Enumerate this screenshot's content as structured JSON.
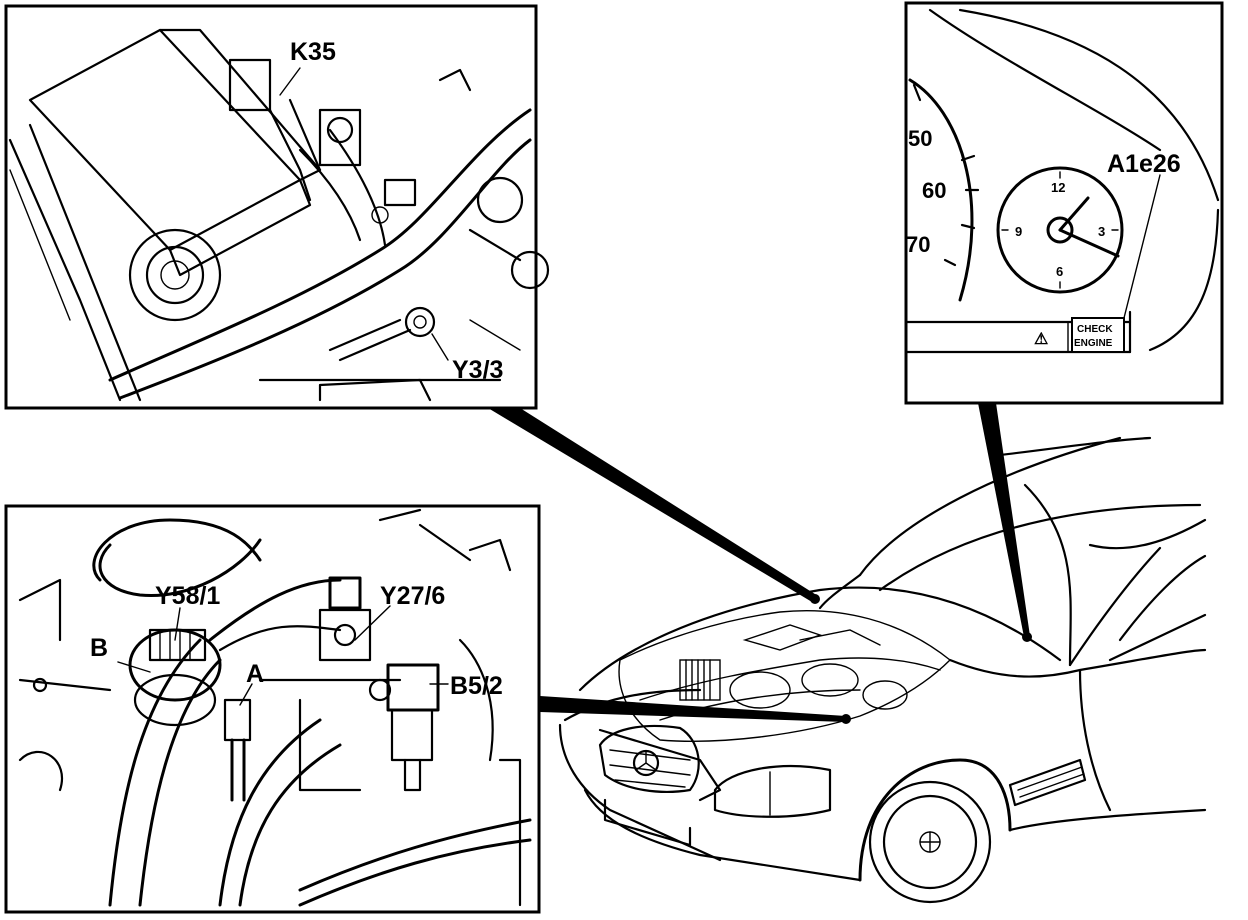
{
  "labels": {
    "k35": "K35",
    "y3_3": "Y3/3",
    "a1e26": "A1e26",
    "y58_1": "Y58/1",
    "y27_6": "Y27/6",
    "b": "B",
    "a": "A",
    "b5_2": "B5/2"
  },
  "gauge": {
    "speed_50": "50",
    "speed_60": "60",
    "speed_70": "70",
    "dial_12": "12",
    "dial_3": "3",
    "dial_6": "6",
    "dial_9": "9"
  },
  "warning_lamp": {
    "line1": "CHECK",
    "line2": "ENGINE"
  },
  "colors": {
    "ink": "#000000",
    "paper": "#ffffff"
  }
}
